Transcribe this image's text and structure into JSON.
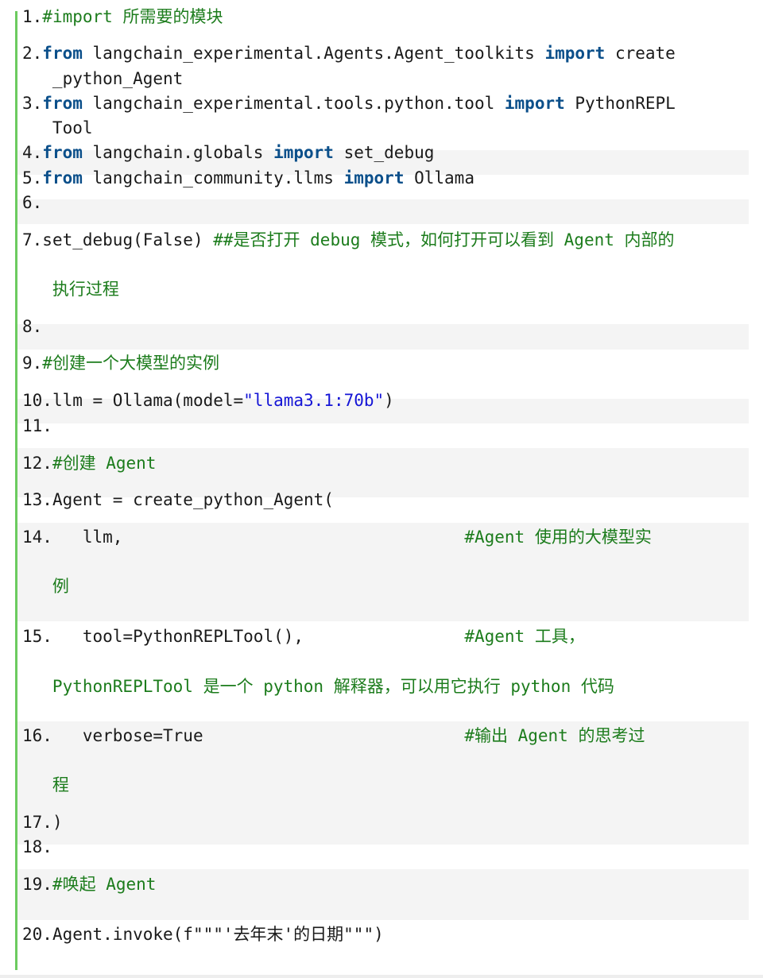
{
  "code_lines": [
    {
      "n": "1.",
      "rows": [
        [
          [
            "cm",
            "#import 所需要的模块"
          ]
        ]
      ]
    },
    {
      "n": "2.",
      "rows": [
        [
          [
            "kw",
            "from"
          ],
          [
            "tx",
            " langchain_experimental.Agents.Agent_toolkits "
          ],
          [
            "kw",
            "import"
          ],
          [
            "tx",
            " create"
          ]
        ],
        [
          [
            "tx",
            "   _python_Agent"
          ]
        ]
      ]
    },
    {
      "n": "3.",
      "rows": [
        [
          [
            "kw",
            "from"
          ],
          [
            "tx",
            " langchain_experimental.tools.python.tool "
          ],
          [
            "kw",
            "import"
          ],
          [
            "tx",
            " PythonREPL"
          ]
        ],
        [
          [
            "tx",
            "   Tool"
          ]
        ]
      ]
    },
    {
      "n": "4.",
      "rows": [
        [
          [
            "kw",
            "from"
          ],
          [
            "tx",
            " langchain.globals "
          ],
          [
            "kw",
            "import"
          ],
          [
            "tx",
            " set_debug"
          ]
        ]
      ]
    },
    {
      "n": "5.",
      "rows": [
        [
          [
            "kw",
            "from"
          ],
          [
            "tx",
            " langchain_community.llms "
          ],
          [
            "kw",
            "import"
          ],
          [
            "tx",
            " Ollama"
          ]
        ]
      ]
    },
    {
      "n": "6.",
      "rows": [
        []
      ]
    },
    {
      "n": "7.",
      "rows": [
        [
          [
            "tx",
            "set_debug(False) "
          ],
          [
            "cm",
            "##是否打开 debug 模式，如何打开可以看到 Agent 内部的"
          ]
        ],
        [
          [
            "cm",
            "   执行过程"
          ]
        ]
      ]
    },
    {
      "n": "8.",
      "rows": [
        []
      ]
    },
    {
      "n": "9.",
      "rows": [
        [
          [
            "cm",
            "#创建一个大模型的实例"
          ]
        ]
      ]
    },
    {
      "n": "10.",
      "rows": [
        [
          [
            "tx",
            "llm = Ollama(model="
          ],
          [
            "st",
            "\"llama3.1:70b\""
          ],
          [
            "tx",
            ")"
          ]
        ]
      ]
    },
    {
      "n": "11.",
      "rows": [
        []
      ]
    },
    {
      "n": "12.",
      "rows": [
        [
          [
            "cm",
            "#创建 Agent"
          ]
        ]
      ]
    },
    {
      "n": "13.",
      "rows": [
        [
          [
            "tx",
            "Agent = create_python_Agent("
          ]
        ]
      ]
    },
    {
      "n": "14.",
      "rows": [
        [
          [
            "tx",
            "   llm,                                  "
          ],
          [
            "cm",
            "#Agent 使用的大模型实"
          ]
        ],
        [
          [
            "cm",
            "   例"
          ]
        ]
      ]
    },
    {
      "n": "15.",
      "rows": [
        [
          [
            "tx",
            "   tool=PythonREPLTool(),                "
          ],
          [
            "cm",
            "#Agent 工具，"
          ]
        ],
        [
          [
            "cm",
            "   PythonREPLTool 是一个 python 解释器，可以用它执行 python 代码"
          ]
        ]
      ]
    },
    {
      "n": "16.",
      "rows": [
        [
          [
            "tx",
            "   verbose=True                          "
          ],
          [
            "cm",
            "#输出 Agent 的思考过"
          ]
        ],
        [
          [
            "cm",
            "   程"
          ]
        ]
      ]
    },
    {
      "n": "17.",
      "rows": [
        [
          [
            "tx",
            ")"
          ]
        ]
      ]
    },
    {
      "n": "18.",
      "rows": [
        []
      ]
    },
    {
      "n": "19.",
      "rows": [
        [
          [
            "cm",
            "#唤起 Agent"
          ]
        ]
      ]
    },
    {
      "n": "20.",
      "rows": [
        [
          [
            "tx",
            "Agent.invoke(f\"\"\"'去年末'的日期\"\"\")"
          ]
        ]
      ]
    }
  ]
}
